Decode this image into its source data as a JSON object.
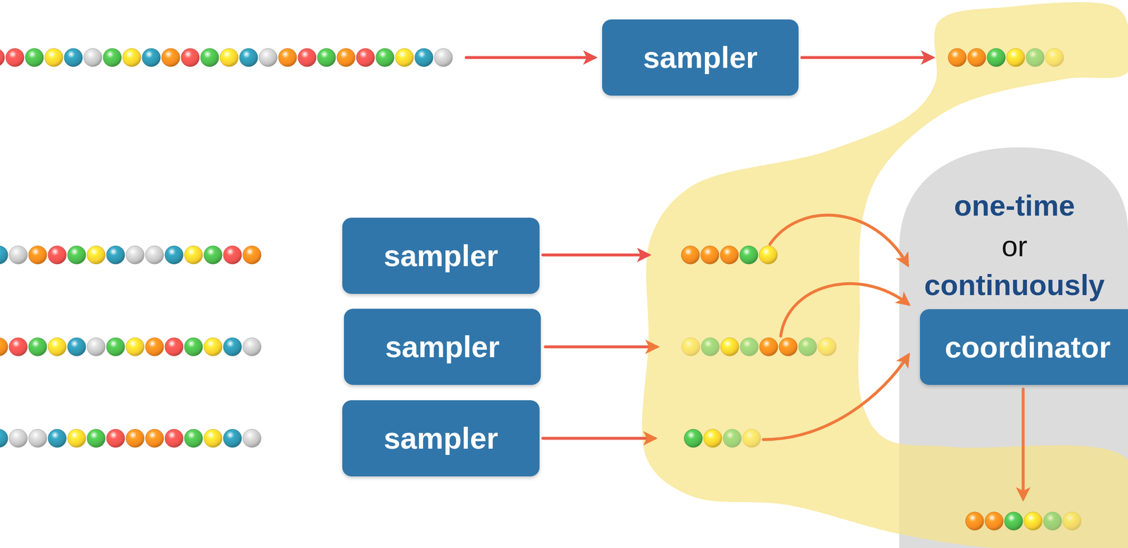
{
  "diagram": {
    "nodes": [
      {
        "text": [
          "sampler"
        ]
      },
      {
        "text": [
          "sampler"
        ]
      },
      {
        "text": [
          "sampler"
        ]
      },
      {
        "text": [
          "sampler"
        ]
      },
      {
        "text": [
          "coordinator"
        ]
      }
    ],
    "labels": [
      "one-time",
      "or",
      "continuously"
    ]
  }
}
